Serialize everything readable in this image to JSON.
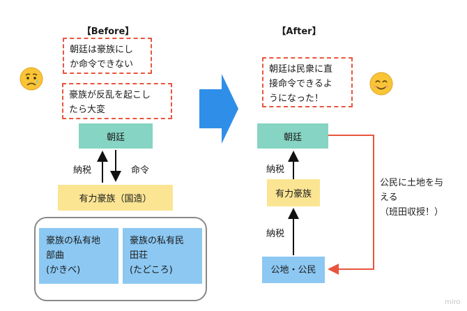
{
  "before": {
    "heading": "【Before】",
    "note_1": "朝廷は豪族にし\nか命令できない",
    "note_2": "豪族が反乱を起こし\nたら大変",
    "court": "朝廷",
    "tax_label": "納税",
    "order_label": "命令",
    "gozoku": "有力豪族（国造）",
    "private_land": "豪族の私有地\n部曲\n(かきべ)",
    "private_field": "豪族の私有民\n田荘\n(たどころ)",
    "face_icon": "worried-face-icon"
  },
  "after": {
    "heading": "【After】",
    "note": "朝廷は民衆に直\n接命令できるよ\nうになった！",
    "court": "朝廷",
    "tax_label_1": "納税",
    "gozoku": "有力豪族",
    "tax_label_2": "納税",
    "public": "公地・公民",
    "side_note": "公民に土地を与\nえる\n（班田収授！）",
    "face_icon": "smiling-face-icon"
  },
  "transition_icon": "big-right-arrow-icon",
  "watermark": "miro",
  "colors": {
    "green": "#86d4c3",
    "yellow": "#fbe593",
    "blue": "#8cc8f2",
    "dashed_red": "#e8553e",
    "arrow_blue": "#2f8fe8",
    "connector_red": "#e8553e"
  }
}
